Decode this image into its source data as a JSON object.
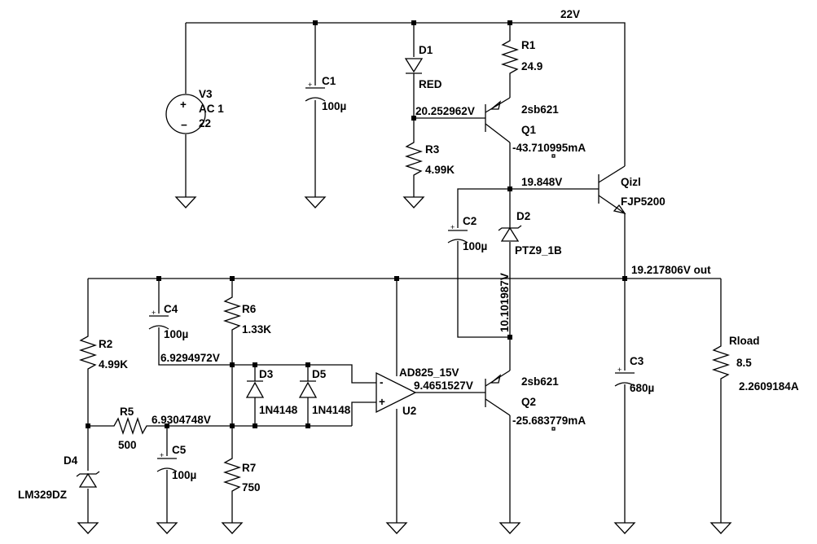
{
  "nets": {
    "supply": "22V",
    "q1_base": "20.252962V",
    "q1_emitter_node": "19.848V",
    "output": "19.217806V out",
    "ref_top": "6.9294972V",
    "ref_mid": "6.9304748V",
    "q2_base": "9.4651527V",
    "zener_drop": "10.101987V"
  },
  "components": {
    "v3": {
      "name": "V3",
      "type": "AC 1",
      "value": "22"
    },
    "c1": {
      "name": "C1",
      "value": "100µ"
    },
    "d1": {
      "name": "D1",
      "value": "RED"
    },
    "r1": {
      "name": "R1",
      "value": "24.9"
    },
    "r3": {
      "name": "R3",
      "value": "4.99K"
    },
    "q1": {
      "name": "Q1",
      "model": "2sb621",
      "current": "-43.710995mA"
    },
    "qizl": {
      "name": "Qizl",
      "model": "FJP5200"
    },
    "c2": {
      "name": "C2",
      "value": "100µ"
    },
    "d2": {
      "name": "D2",
      "value": "PTZ9_1B"
    },
    "c4": {
      "name": "C4",
      "value": "100µ"
    },
    "r6": {
      "name": "R6",
      "value": "1.33K"
    },
    "r2": {
      "name": "R2",
      "value": "4.99K"
    },
    "d3": {
      "name": "D3",
      "value": "1N4148"
    },
    "d5": {
      "name": "D5",
      "value": "1N4148"
    },
    "u2": {
      "name": "U2",
      "model": "AD825_15V"
    },
    "q2": {
      "name": "Q2",
      "model": "2sb621",
      "current": "-25.683779mA"
    },
    "c3": {
      "name": "C3",
      "value": "680µ"
    },
    "rload": {
      "name": "Rload",
      "value": "8.5",
      "current": "2.2609184A"
    },
    "r5": {
      "name": "R5",
      "value": "500"
    },
    "c5": {
      "name": "C5",
      "value": "100µ"
    },
    "r7": {
      "name": "R7",
      "value": "750"
    },
    "d4": {
      "name": "D4",
      "value": "LM329DZ"
    }
  },
  "marks": {
    "plus": "+",
    "minus": "−",
    "opamp_minus": "-"
  }
}
